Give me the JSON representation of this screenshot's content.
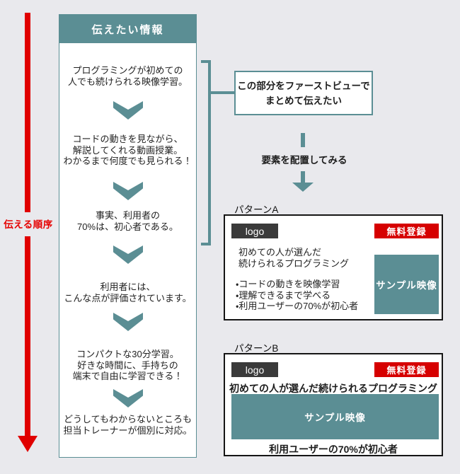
{
  "colors": {
    "teal": "#5b8e94",
    "cta_red": "#d60000",
    "arrow_red": "#e00000",
    "logo_dark": "#3a3a3a",
    "background": "#e9e9ed"
  },
  "flow": {
    "order_label": "伝える順序",
    "header": "伝えたい情報",
    "steps": [
      "プログラミングが初めての\n人でも続けられる映像学習。",
      "コードの動きを見ながら、\n解説してくれる動画授業。\nわかるまで何度でも見られる！",
      "事実、利用者の\n70%は、初心者である。",
      "利用者には、\nこんな点が評価されています。",
      "コンパクトな30分学習。\n好きな時間に、手持ちの\n端末で自由に学習できる！",
      "どうしてもわからないところも\n担当トレーナーが個別に対応。"
    ]
  },
  "callout": {
    "text": "この部分をファーストビューで\nまとめて伝えたい"
  },
  "transition": {
    "label": "要素を配置してみる"
  },
  "pattern_a": {
    "label": "パターンA",
    "logo_label": "logo",
    "cta_label": "無料登録",
    "headline": "初めての人が選んだ\n続けられるプログラミング",
    "bullets": [
      "・コードの動きを映像学習",
      "・理解できるまで学べる",
      "・利用ユーザーの70%が初心者"
    ],
    "video_label": "サンプル映像"
  },
  "pattern_b": {
    "label": "パターンB",
    "logo_label": "logo",
    "cta_label": "無料登録",
    "headline": "初めての人が選んだ続けられるプログラミング",
    "video_label": "サンプル映像",
    "footnote": "利用ユーザーの70%が初心者"
  }
}
